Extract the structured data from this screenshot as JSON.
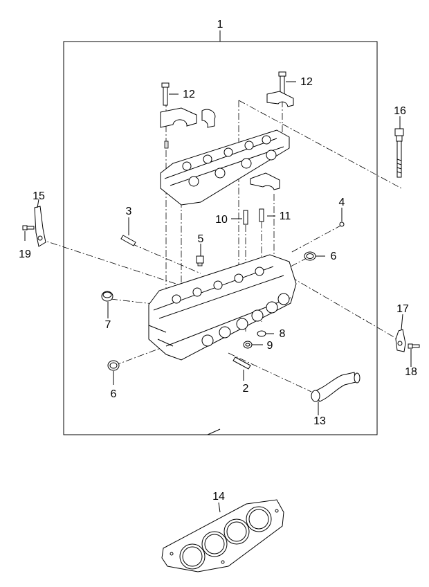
{
  "callouts": {
    "c1": "1",
    "c2": "2",
    "c3": "3",
    "c4": "4",
    "c5": "5",
    "c6a": "6",
    "c6b": "6",
    "c7": "7",
    "c8": "8",
    "c9": "9",
    "c10": "10",
    "c11": "11",
    "c12a": "12",
    "c12b": "12",
    "c13": "13",
    "c14": "14",
    "c15": "15",
    "c16": "16",
    "c17": "17",
    "c18": "18",
    "c19": "19"
  }
}
